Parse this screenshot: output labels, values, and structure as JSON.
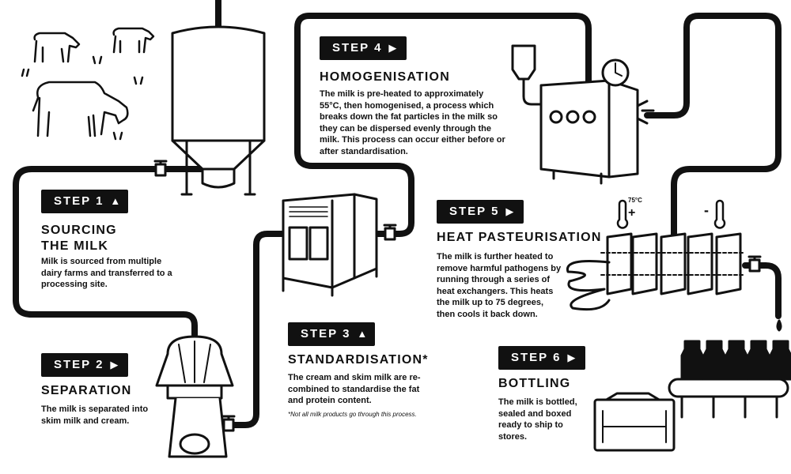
{
  "steps": [
    {
      "badge": "STEP 1",
      "icon": "▲",
      "title": "SOURCING THE MILK",
      "desc": "Milk is sourced from multiple dairy farms and transferred to a processing site."
    },
    {
      "badge": "STEP 2",
      "icon": "▶",
      "title": "SEPARATION",
      "desc": "The milk is separated into skim milk and cream."
    },
    {
      "badge": "STEP 3",
      "icon": "▲",
      "title": "STANDARDISATION*",
      "desc": "The cream and skim milk are re-combined to standardise the fat and protein content.",
      "note": "*Not all milk products go through this process."
    },
    {
      "badge": "STEP 4",
      "icon": "▶",
      "title": "HOMOGENISATION",
      "desc": "The milk is pre-heated to approximately 55°C, then homogenised, a process which breaks down the fat particles in the milk so they can be dispersed evenly through the milk. This process can occur either before or after standardisation."
    },
    {
      "badge": "STEP 5",
      "icon": "▶",
      "title": "HEAT PASTEURISATION",
      "desc": "The milk is further heated to remove harmful pathogens by running through a series of heat exchangers. This heats the milk up to 75 degrees, then cools it back down."
    },
    {
      "badge": "STEP 6",
      "icon": "▶",
      "title": "BOTTLING",
      "desc": "The milk is bottled, sealed and boxed ready to ship to stores."
    }
  ],
  "labels": {
    "temp_hot": "75°C",
    "plus": "+",
    "minus": "-"
  },
  "icons": [
    "cow-icon",
    "silo-icon",
    "separator-icon",
    "standardisation-machine-icon",
    "homogeniser-icon",
    "heat-exchanger-icon",
    "thermometer-icon",
    "bottling-conveyor-icon",
    "milk-crate-icon",
    "pipe-valve-icon"
  ],
  "colors": {
    "ink": "#111111",
    "paper": "#ffffff"
  }
}
